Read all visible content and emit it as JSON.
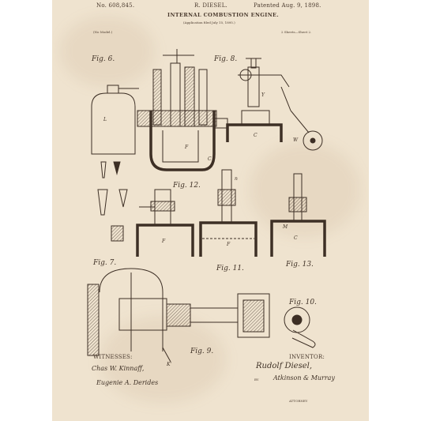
{
  "header": {
    "patent_number": "No. 608,845.",
    "inventor_name": "R. DIESEL.",
    "patented": "Patented Aug. 9, 1898.",
    "title": "INTERNAL COMBUSTION ENGINE.",
    "application": "(Application filed July 15, 1895.)",
    "model": "(No Model.)",
    "sheets": "2 Sheets—Sheet 2."
  },
  "figures": [
    "Fig. 6.",
    "Fig. 8.",
    "Fig. 12.",
    "Fig. 7.",
    "Fig. 11.",
    "Fig. 13.",
    "Fig. 10.",
    "Fig. 9."
  ],
  "labels": [
    "L",
    "F",
    "C",
    "Y",
    "C",
    "W",
    "F",
    "F",
    "C",
    "M",
    "K'",
    "n"
  ],
  "footer": {
    "witnesses_label": "WITNESSES:",
    "witness_1": "Chas W. Kinnaff,",
    "witness_2": "Eugenie A. Derides",
    "inventor_label": "INVENTOR:",
    "inventor_signature": "Rudolf Diesel,",
    "by_label": "BY",
    "attorney_signature": "Atkinson & Murray",
    "attorney_label": "ATTORNEY"
  },
  "colors": {
    "paper": "#efe3cf",
    "ink": "#3d2f25",
    "background": "#ffffff"
  }
}
